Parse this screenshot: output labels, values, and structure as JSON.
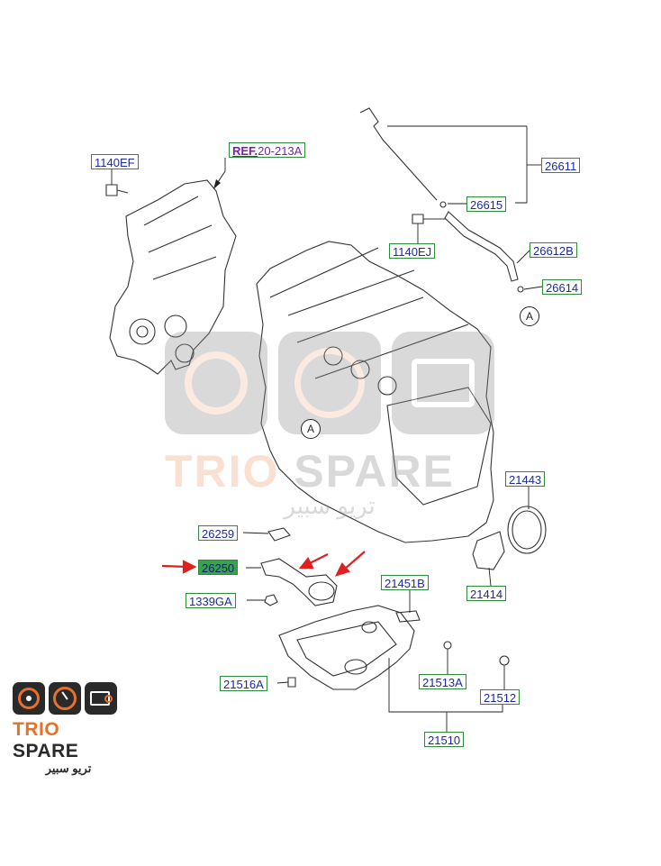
{
  "callouts": {
    "c1140ef": "1140EF",
    "ref_prefix": "REF.",
    "ref_value": "20-213A",
    "c26611": "26611",
    "c26615": "26615",
    "c1140ej": "1140EJ",
    "c26612b": "26612B",
    "c26614": "26614",
    "c21443": "21443",
    "c26259": "26259",
    "c26250": "26250",
    "c1339ga": "1339GA",
    "c21451b": "21451B",
    "c21414": "21414",
    "c21516a": "21516A",
    "c21513a": "21513A",
    "c21512": "21512",
    "c21510": "21510"
  },
  "markers": {
    "a1": "A",
    "a2": "A"
  },
  "logo": {
    "brand_orange": "TRIO",
    "brand_dark": "SPARE",
    "arabic": "تريو سبير"
  },
  "colors": {
    "label_text": "#1a2aa0",
    "label_border": "#2e8b3a",
    "highlight": "#3aa24a",
    "arrow": "#e02020",
    "accent": "#e8712a"
  }
}
